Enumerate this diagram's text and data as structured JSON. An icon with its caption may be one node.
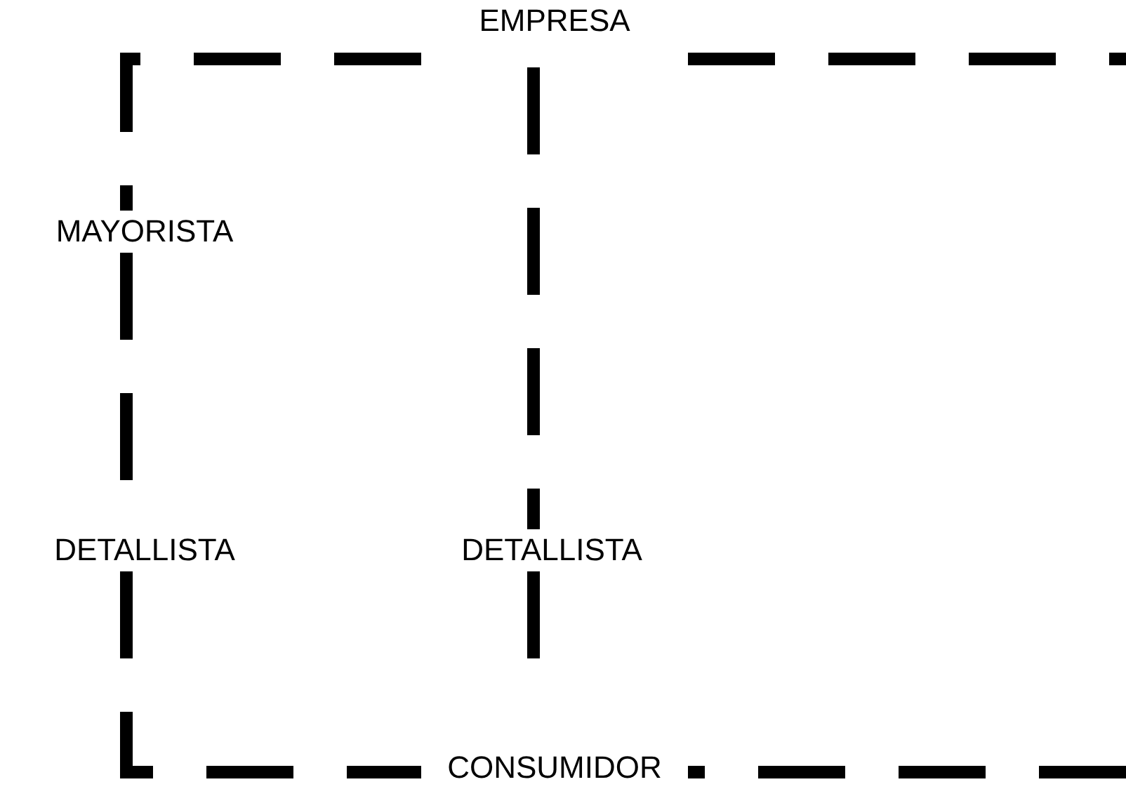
{
  "diagram": {
    "nodes": [
      {
        "text": [
          "EMPRESA"
        ]
      },
      {
        "text": [
          "MAYORISTA"
        ]
      },
      {
        "text": [
          "DETALLISTA"
        ]
      },
      {
        "text": [
          "DETALLISTA"
        ]
      },
      {
        "text": [
          "CONSUMIDOR"
        ]
      }
    ],
    "edges": [
      {
        "from": 0,
        "to": 1,
        "arrow": "none"
      },
      {
        "from": 1,
        "to": 2,
        "arrow": "none"
      },
      {
        "from": 2,
        "to": 4,
        "arrow": "none"
      },
      {
        "from": 0,
        "to": 3,
        "arrow": "none"
      },
      {
        "from": 3,
        "to": 4,
        "arrow": "none"
      },
      {
        "from": 0,
        "to": null,
        "arrow": "none"
      },
      {
        "from": null,
        "to": 4,
        "arrow": "none"
      }
    ]
  }
}
